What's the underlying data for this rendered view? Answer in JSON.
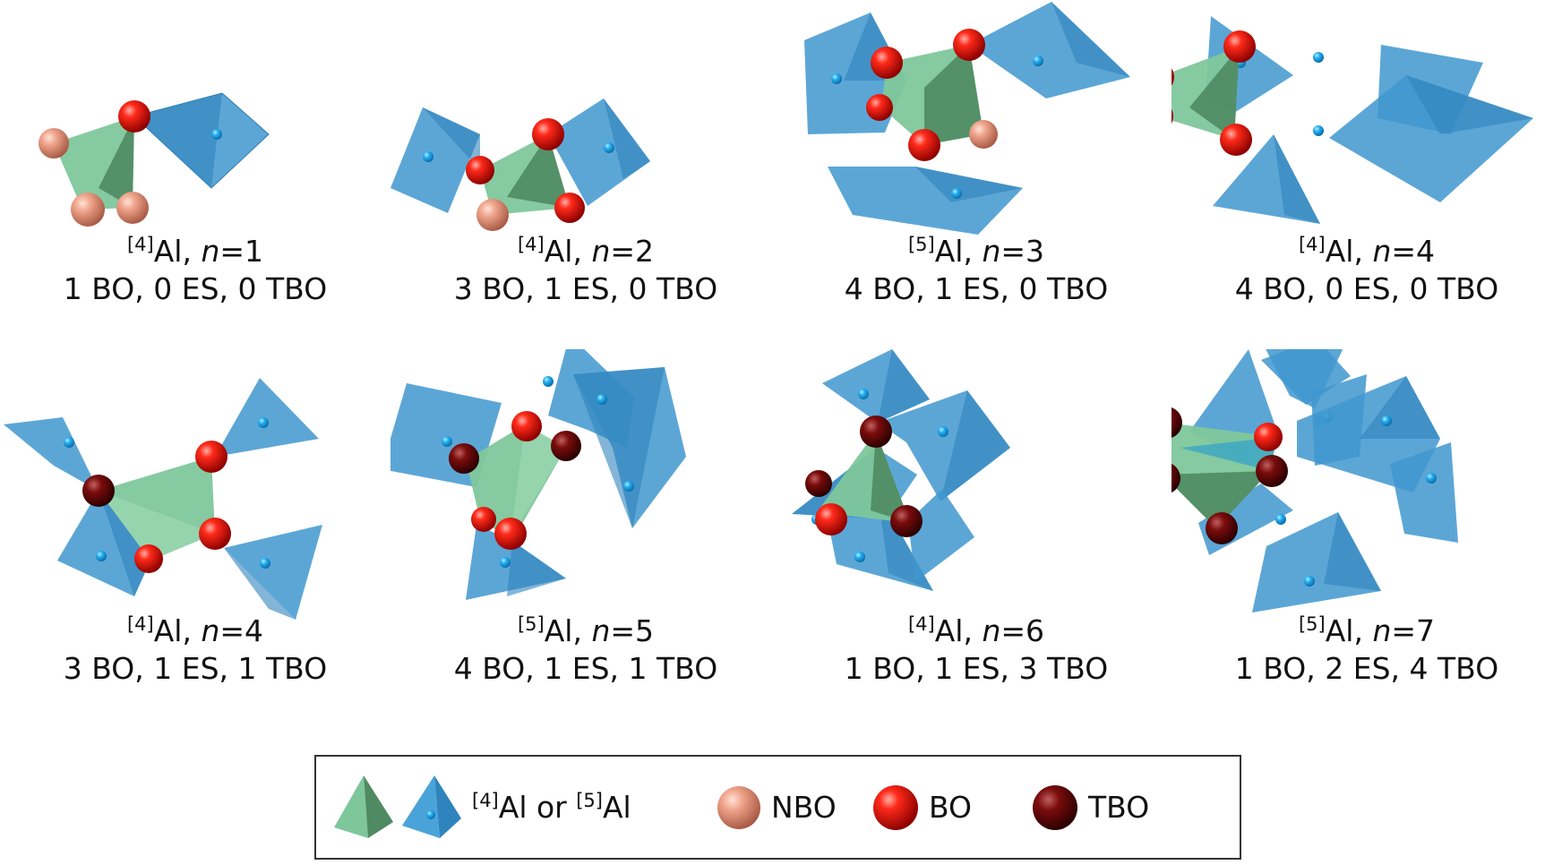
{
  "colors": {
    "al4_green": "#7ec79b",
    "al_blue": "#3f97cf",
    "nbo": "#e8a088",
    "bo": "#e01010",
    "tbo": "#6e0c0c",
    "blue_atom": "#2bb4f0"
  },
  "panels": [
    {
      "cn_label": "[4]",
      "element": "Al",
      "n_label": "n",
      "n_value": "=1",
      "counts": "1 BO, 0 ES, 0 TBO"
    },
    {
      "cn_label": "[4]",
      "element": "Al",
      "n_label": "n",
      "n_value": "=2",
      "counts": "3 BO, 1 ES, 0 TBO"
    },
    {
      "cn_label": "[5]",
      "element": "Al",
      "n_label": "n",
      "n_value": "=3",
      "counts": "4 BO, 1 ES, 0 TBO"
    },
    {
      "cn_label": "[4]",
      "element": "Al",
      "n_label": "n",
      "n_value": "=4",
      "counts": "4 BO, 0 ES, 0 TBO"
    },
    {
      "cn_label": "[4]",
      "element": "Al",
      "n_label": "n",
      "n_value": "=4",
      "counts": "3 BO, 1 ES, 1 TBO"
    },
    {
      "cn_label": "[5]",
      "element": "Al",
      "n_label": "n",
      "n_value": "=5",
      "counts": "4 BO, 1 ES, 1 TBO"
    },
    {
      "cn_label": "[4]",
      "element": "Al",
      "n_label": "n",
      "n_value": "=6",
      "counts": "1 BO, 1 ES, 3 TBO"
    },
    {
      "cn_label": "[5]",
      "element": "Al",
      "n_label": "n",
      "n_value": "=7",
      "counts": "1 BO, 2 ES, 4 TBO"
    }
  ],
  "legend": {
    "al_cn4": "[4]",
    "al_text1": "Al or ",
    "al_cn5": "[5]",
    "al_text2": "Al",
    "nbo": "NBO",
    "bo": "BO",
    "tbo": "TBO"
  }
}
